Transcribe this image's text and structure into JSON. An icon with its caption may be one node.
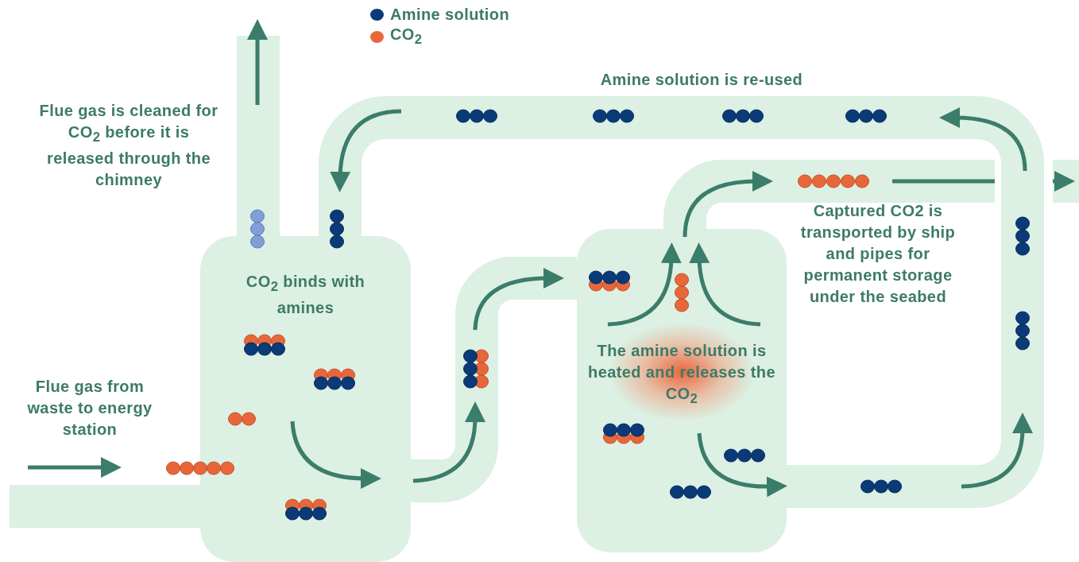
{
  "diagram": {
    "nodes": [
      {
        "text": [
          "CO$_{2}$ binds with amines"
        ]
      },
      {
        "text": [
          "The amine solution is heated and releases the CO$_{2}$"
        ]
      }
    ],
    "edges": [
      {
        "from": null,
        "to": 0,
        "arrow": "none"
      },
      {
        "from": 0,
        "to": null,
        "arrow": "none"
      },
      {
        "from": 1,
        "to": 0,
        "arrow": "none"
      },
      {
        "from": 0,
        "to": 1,
        "arrow": "none"
      },
      {
        "from": 1,
        "to": null,
        "arrow": "none"
      }
    ],
    "labels": [
      "Amine solution is re-used",
      "Flue gas is cleaned for CO$_{2}$ before it is released through the chimney",
      "Captured CO2 is transported by ship and pipes for permanent storage under the seabed",
      "Flue gas from waste to energy station"
    ],
    "legend": [
      {
        "text": "Amine solution",
        "color": "#0b3a78"
      },
      {
        "text": "CO$_{2}$",
        "color": "#e8673a"
      }
    ]
  }
}
